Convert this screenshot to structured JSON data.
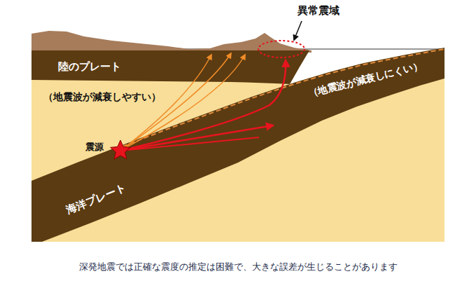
{
  "diagram": {
    "caption": "深発地震では正確な震度の推定は困難で、大きな誤差が生じることがあります",
    "labels": [
      "異常震域",
      "陸のプレート",
      "（地震波が減衰しやすい）",
      "（地震波が減衰しにくい）",
      "震源",
      "海洋プレート"
    ]
  }
}
